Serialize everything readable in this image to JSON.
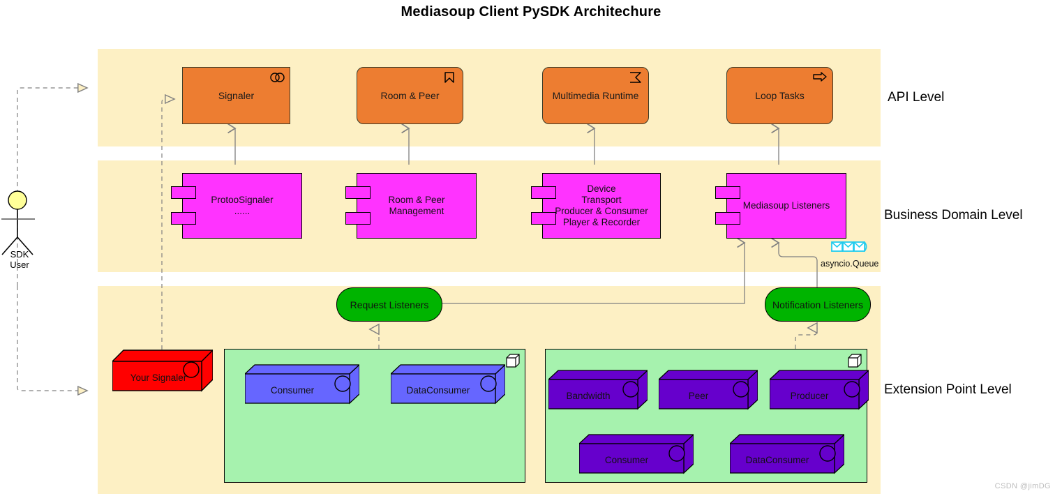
{
  "title": "Mediasoup Client PySDK Architechure",
  "watermark": "CSDN @jimDG",
  "colors": {
    "band": "#fdf0c4",
    "api_box": "#ED7D31",
    "component": "#FF33FF",
    "listener": "#00B400",
    "package": "#A6F2AE",
    "your_signaler": "#FF0000",
    "consumer_node": "#6666FF",
    "extension_node": "#6600CC",
    "queue_icon": "#22CCEE",
    "actor_head": "#FFFF99"
  },
  "levels": [
    {
      "label": "API Level"
    },
    {
      "label": "Business Domain Level"
    },
    {
      "label": "Extension Point Level"
    }
  ],
  "actor": {
    "label_line1": "SDK",
    "label_line2": "User",
    "name": "sdk-user-actor"
  },
  "api_level": {
    "boxes": [
      {
        "label": "Signaler",
        "icon": "interface-circles-icon",
        "shape": "square"
      },
      {
        "label": "Room & Peer",
        "icon": "bookmark-flag-icon",
        "shape": "rounded"
      },
      {
        "label": "Multimedia Runtime",
        "icon": "service-function-icon",
        "shape": "rounded"
      },
      {
        "label": "Loop Tasks",
        "icon": "process-arrow-icon",
        "shape": "rounded"
      }
    ]
  },
  "business_level": {
    "components": [
      {
        "lines": [
          "ProtooSignaler",
          "......"
        ]
      },
      {
        "lines": [
          "Room & Peer",
          "Management"
        ]
      },
      {
        "lines": [
          "Device",
          "Transport",
          "Producer & Consumer",
          "Player & Recorder"
        ]
      },
      {
        "lines": [
          "Mediasoup Listeners"
        ]
      }
    ],
    "queue": {
      "label": "asyncio.Queue",
      "icon": "message-queue-icon"
    }
  },
  "extension_level": {
    "listeners": [
      {
        "label": "Request Listeners"
      },
      {
        "label": "Notification Listeners"
      }
    ],
    "your_signaler": {
      "label": "Your Signaler",
      "icon": "interface-ball-icon"
    },
    "packages": [
      {
        "name": "request-extension-package",
        "icon": "package-cube-icon",
        "rows": [
          [
            {
              "label": "Consumer"
            },
            {
              "label": "DataConsumer"
            }
          ]
        ]
      },
      {
        "name": "notification-extension-package",
        "icon": "package-cube-icon",
        "rows": [
          [
            {
              "label": "Bandwidth"
            },
            {
              "label": "Peer"
            },
            {
              "label": "Producer"
            }
          ],
          [
            {
              "label": "Consumer"
            },
            {
              "label": "DataConsumer"
            }
          ]
        ]
      }
    ]
  }
}
